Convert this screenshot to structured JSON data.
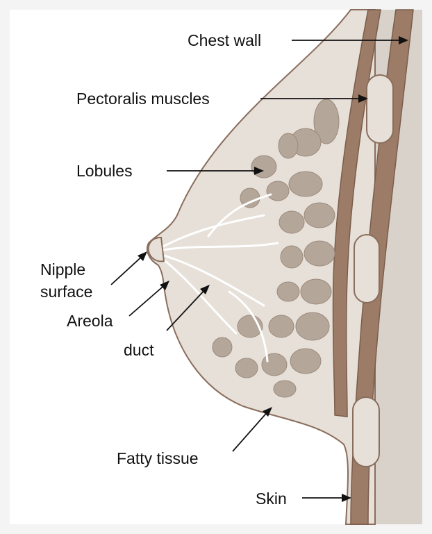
{
  "labels": {
    "chest_wall": "Chest wall",
    "pectoralis": "Pectoralis muscles",
    "lobules": "Lobules",
    "nipple_line1": "Nipple",
    "nipple_line2": "surface",
    "areola": "Areola",
    "duct": "duct",
    "fatty_tissue": "Fatty tissue",
    "skin": "Skin"
  },
  "colors": {
    "background": "#f4f4f4",
    "panel": "#ffffff",
    "chest": "#d8d2ca",
    "fat": "#e6e0d8",
    "lobule": "#b5a69a",
    "muscle": "#9c7b67",
    "outline": "#8a6d5c",
    "duct": "#ffffff"
  }
}
